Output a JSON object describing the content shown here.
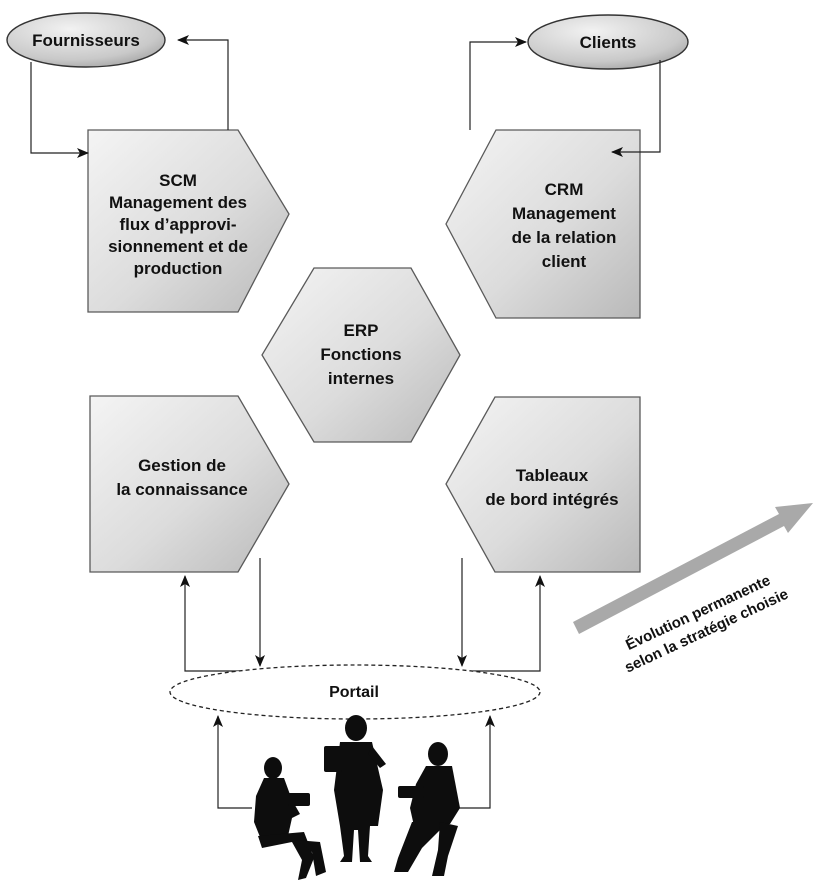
{
  "nodes": {
    "fournisseurs": "Fournisseurs",
    "clients": "Clients",
    "scm": [
      "SCM",
      "Management des",
      "flux d’approvi-",
      "sionnement et de",
      "production"
    ],
    "crm": [
      "CRM",
      "Management",
      "de la relation",
      "client"
    ],
    "erp": [
      "ERP",
      "Fonctions",
      "internes"
    ],
    "gestion": [
      "Gestion de",
      "la connaissance"
    ],
    "tableaux": [
      "Tableaux",
      "de bord intégrés"
    ],
    "portail": "Portail"
  },
  "evolution": [
    "Évolution permanente",
    "selon la stratégie choisie"
  ],
  "colors": {
    "shape_fill_light": "#f2f2f2",
    "shape_fill_dark": "#bdbdbd",
    "ellipse_fill_light": "#f0f0f0",
    "ellipse_fill_dark": "#a8a8a8",
    "arrow_gray": "#a9a9a9",
    "silhouette": "#0d0d0d"
  },
  "icons": [
    "businesswoman-seated-icon",
    "businessman-standing-icon",
    "businessman-seated-icon"
  ]
}
